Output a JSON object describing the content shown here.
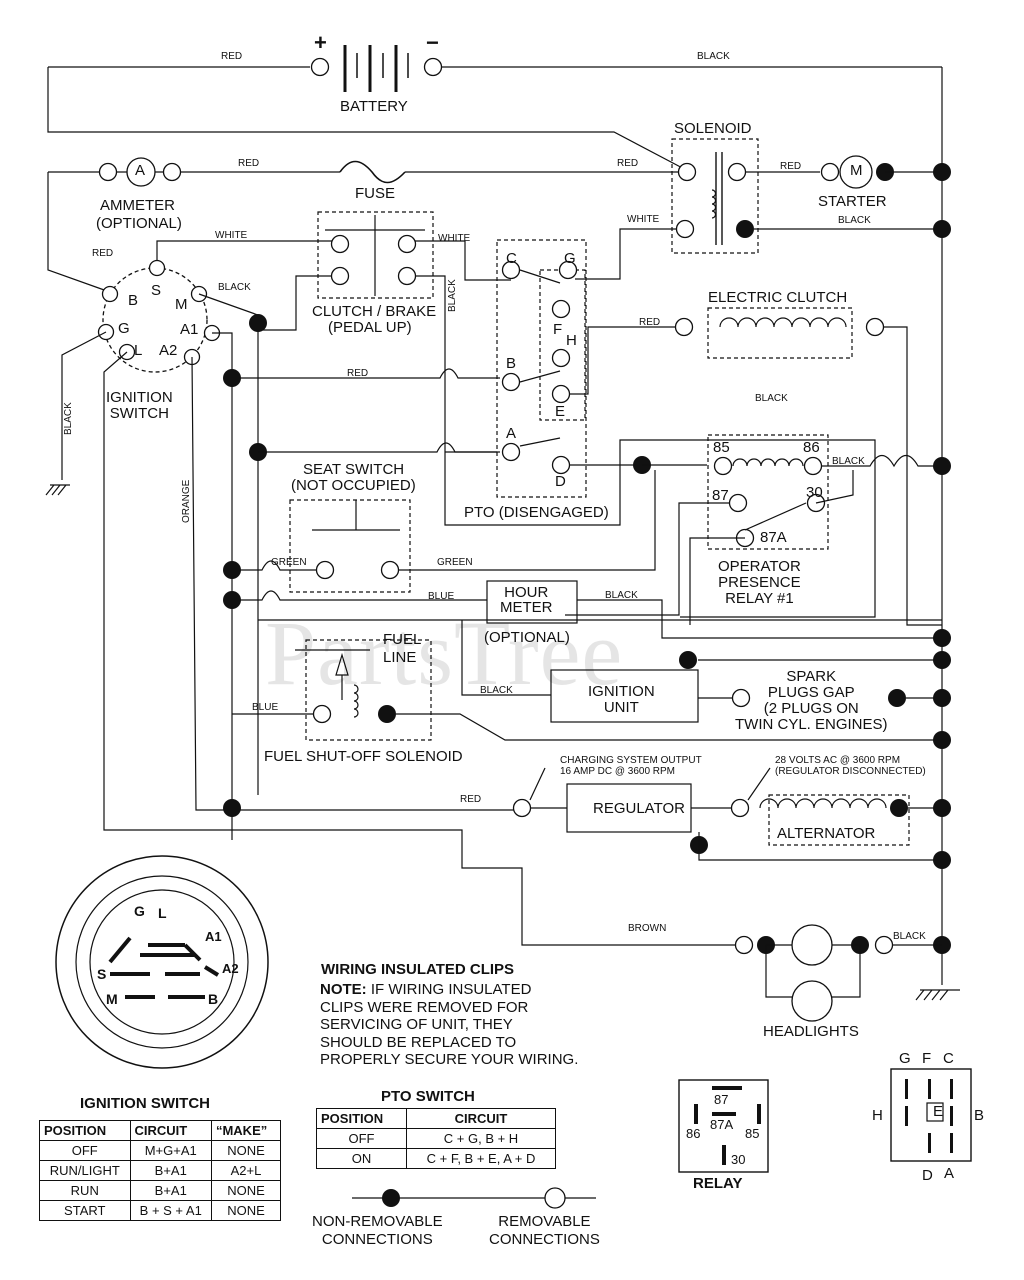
{
  "watermark": "PartsTree",
  "components": {
    "battery": "BATTERY",
    "battery_plus": "+",
    "battery_minus": "−",
    "solenoid": "SOLENOID",
    "ammeter_symbol": "A",
    "ammeter": "AMMETER",
    "ammeter_note": "(OPTIONAL)",
    "fuse": "FUSE",
    "starter_symbol": "M",
    "starter": "STARTER",
    "clutch_brake": "CLUTCH / BRAKE",
    "clutch_brake_note": "(PEDAL UP)",
    "electric_clutch": "ELECTRIC CLUTCH",
    "ignition_switch": "IGNITION\nSWITCH",
    "pto": "PTO (DISENGAGED)",
    "seat_switch": "SEAT SWITCH",
    "seat_switch_note": "(NOT OCCUPIED)",
    "relay_name": "OPERATOR\nPRESENCE\nRELAY #1",
    "hour_meter": "HOUR\nMETER",
    "hour_meter_note": "(OPTIONAL)",
    "fuel_line": "FUEL\nLINE",
    "fuel_solenoid": "FUEL SHUT-OFF SOLENOID",
    "ignition_unit": "IGNITION\nUNIT",
    "spark_plugs": "SPARK\nPLUGS GAP\n(2 PLUGS ON\nTWIN CYL. ENGINES)",
    "regulator": "REGULATOR",
    "alternator": "ALTERNATOR",
    "charging_note": "CHARGING SYSTEM OUTPUT\n16 AMP DC @ 3600 RPM",
    "alternator_note": "28 VOLTS AC @ 3600 RPM\n(REGULATOR DISCONNECTED)",
    "headlights": "HEADLIGHTS"
  },
  "terminals": {
    "ignition": [
      "B",
      "S",
      "M",
      "G",
      "L",
      "A2",
      "A1"
    ],
    "pto": [
      "C",
      "G",
      "F",
      "H",
      "B",
      "E",
      "A",
      "D"
    ],
    "relay": [
      "85",
      "86",
      "87",
      "30",
      "87A"
    ]
  },
  "wire_labels": {
    "red": "RED",
    "black": "BLACK",
    "white": "WHITE",
    "green": "GREEN",
    "blue": "BLUE",
    "orange": "ORANGE",
    "brown": "BROWN"
  },
  "note": {
    "title": "WIRING INSULATED CLIPS",
    "lead": "NOTE:",
    "body": " IF WIRING INSULATED\nCLIPS WERE REMOVED FOR\nSERVICING OF UNIT, THEY\nSHOULD BE REPLACED TO\nPROPERLY SECURE YOUR WIRING."
  },
  "ignition_face": {
    "title": "IGNITION SWITCH",
    "letters": [
      "G",
      "L",
      "A1",
      "A2",
      "S",
      "M",
      "B"
    ]
  },
  "ignition_table": {
    "headers": [
      "POSITION",
      "CIRCUIT",
      "“MAKE”"
    ],
    "rows": [
      [
        "OFF",
        "M+G+A1",
        "NONE"
      ],
      [
        "RUN/LIGHT",
        "B+A1",
        "A2+L"
      ],
      [
        "RUN",
        "B+A1",
        "NONE"
      ],
      [
        "START",
        "B + S + A1",
        "NONE"
      ]
    ]
  },
  "pto_table": {
    "title": "PTO SWITCH",
    "headers": [
      "POSITION",
      "CIRCUIT"
    ],
    "rows": [
      [
        "OFF",
        "C + G, B + H"
      ],
      [
        "ON",
        "C + F, B + E, A + D"
      ]
    ]
  },
  "legend": {
    "non_removable": "NON-REMOVABLE\nCONNECTIONS",
    "removable": "REMOVABLE\nCONNECTIONS"
  },
  "relay_pinout": {
    "title": "RELAY",
    "pins": [
      "87",
      "86",
      "87A",
      "85",
      "30"
    ]
  },
  "pto_pinout": {
    "letters": [
      "G",
      "F",
      "C",
      "H",
      "E",
      "B",
      "D",
      "A"
    ]
  }
}
